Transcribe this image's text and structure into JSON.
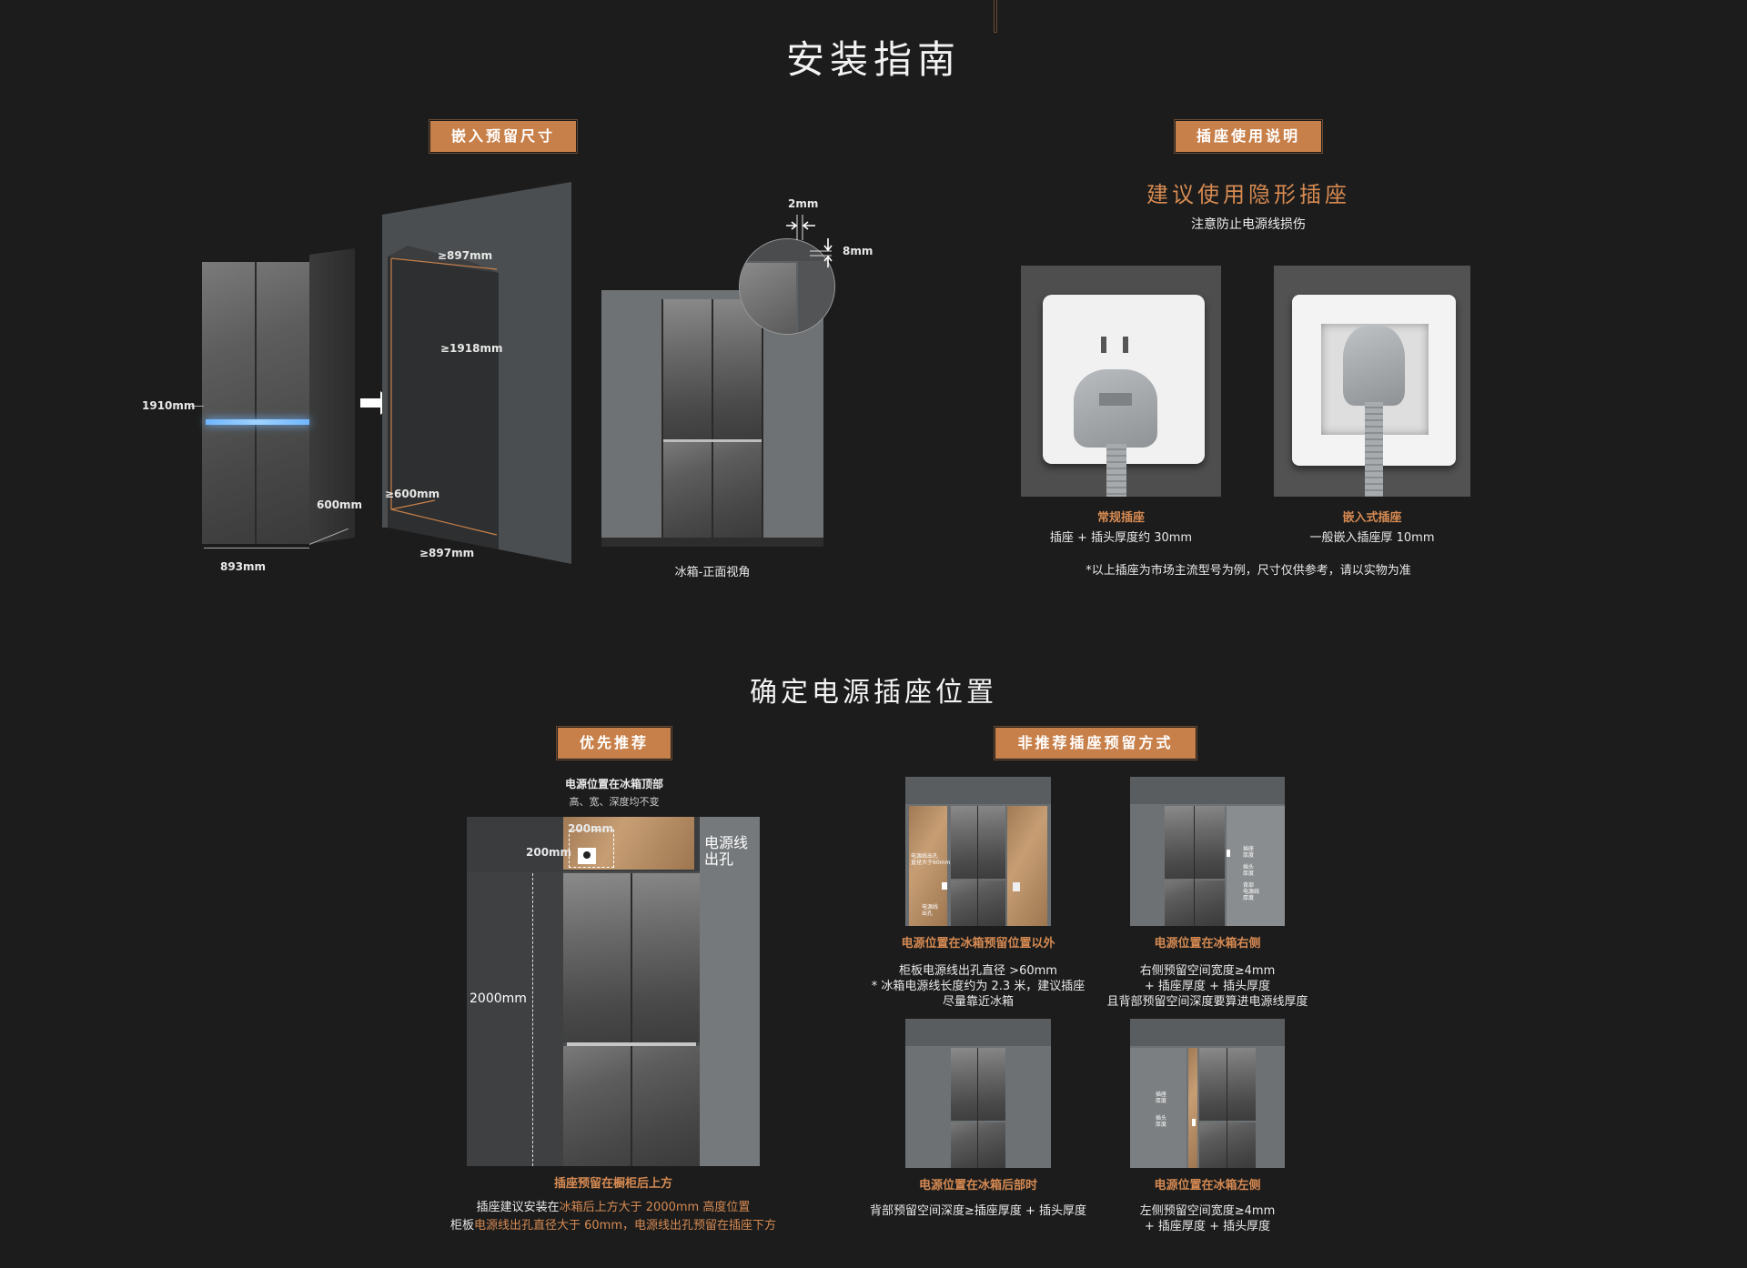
{
  "title": "安装指南",
  "section1": {
    "tag": "嵌入预留尺寸",
    "fridge_dims": {
      "height": "1910mm",
      "depth": "600mm",
      "width": "893mm"
    },
    "niche_dims": {
      "top_width": "≥897mm",
      "height": "≥1918mm",
      "depth": "≥600mm",
      "bottom_width": "≥897mm"
    },
    "gap_dims": {
      "side_gap": "2mm",
      "top_gap": "8mm"
    },
    "front_caption": "冰箱-正面视角"
  },
  "section2": {
    "tag": "插座使用说明",
    "heading": "建议使用隐形插座",
    "subheading": "注意防止电源线损伤",
    "socket_regular": {
      "title": "常规插座",
      "desc": "插座 + 插头厚度约 30mm"
    },
    "socket_embedded": {
      "title": "嵌入式插座",
      "desc": "一般嵌入插座厚 10mm"
    },
    "note": "*以上插座为市场主流型号为例，尺寸仅供参考，请以实物为准"
  },
  "section3": {
    "title": "确定电源插座位置",
    "recommended": {
      "tag": "优先推荐",
      "line1": "电源位置在冰箱顶部",
      "line2": "高、宽、深度均不变",
      "box_w": "200mm",
      "box_h": "200mm",
      "cable_label_1": "电源线",
      "cable_label_2": "出孔",
      "height_label": "2000mm",
      "caption_title": "插座预留在橱柜后上方",
      "desc1_a": "插座建议安装在",
      "desc1_b": "冰箱后上方大于 2000mm 高度位置",
      "desc2_a": "柜板",
      "desc2_b": "电源线出孔直径大于 60mm，电源线出孔预留在插座下方"
    },
    "not_recommended": {
      "tag": "非推荐插座预留方式",
      "items": [
        {
          "title": "电源位置在冰箱预留位置以外",
          "lines": [
            "柜板电源线出孔直径 >60mm",
            "* 冰箱电源线长度约为 2.3 米，建议插座",
            "尽量靠近冰箱"
          ],
          "mini_a": "电源线出孔",
          "mini_b": "直径大于60mm",
          "mini_c": "电源线",
          "mini_d": "出孔"
        },
        {
          "title": "电源位置在冰箱右侧",
          "lines": [
            "右侧预留空间宽度≥4mm",
            "+ 插座厚度 + 插头厚度",
            "且背部预留空间深度要算进电源线厚度"
          ],
          "mini_a": "插座",
          "mini_b": "厚度",
          "mini_c": "插头",
          "mini_d": "厚度",
          "mini_e": "背部",
          "mini_f": "电源线",
          "mini_g": "厚度"
        },
        {
          "title": "电源位置在冰箱后部时",
          "lines": [
            "背部预留空间深度≥插座厚度 + 插头厚度"
          ]
        },
        {
          "title": "电源位置在冰箱左侧",
          "lines": [
            "左侧预留空间宽度≥4mm",
            "+ 插座厚度 + 插头厚度"
          ],
          "mini_a": "插座",
          "mini_b": "厚度",
          "mini_c": "插头",
          "mini_d": "厚度"
        }
      ]
    }
  }
}
